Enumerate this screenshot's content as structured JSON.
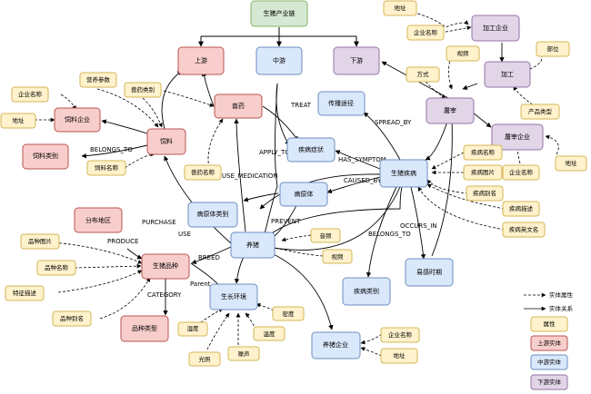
{
  "colors": {
    "root": "#d5e8d4",
    "upstream": "#f8cecc",
    "midstream": "#dae8fc",
    "downstream": "#e1d5e7",
    "attribute": "#fff2cc"
  },
  "nodes": {
    "root": "生猪产业链",
    "upstream": "上游",
    "midstream": "中游",
    "downstream": "下游",
    "feed_company": "饲料企业",
    "feed": "饲料",
    "feed_category": "饲料类别",
    "veterinary_drug": "兽药",
    "transmission_route": "传播途径",
    "disease_symptom": "疾病症状",
    "pathogen": "病原体",
    "pathogen_category": "病原体类别",
    "pig_disease": "生猪疾病",
    "slaughter": "屠宰",
    "processing": "加工",
    "processing_company": "加工企业",
    "slaughter_company": "屠宰企业",
    "distribution_area": "分布地区",
    "pig_breed": "生猪品种",
    "breed_type": "品种类型",
    "breeding": "养猪",
    "growth_environment": "生长环境",
    "farming_company": "养猪企业",
    "disease_category": "疾病类别",
    "susceptible_period": "易感时期"
  },
  "attributes": {
    "company_name_feed": "企业名称",
    "address_feed": "地址",
    "nutrition_params": "营养参数",
    "vet_drug_category": "兽药类别",
    "feed_name": "饲料名称",
    "vet_drug_name": "兽药名称",
    "address_processing": "地址",
    "company_name_processing": "企业名称",
    "video_slaughter": "视频",
    "method": "方式",
    "part": "部位",
    "product_category": "产品类型",
    "disease_name": "疾病名称",
    "disease_image": "疾病图片",
    "disease_alias": "疾病别名",
    "disease_description": "疾病描述",
    "disease_english_name": "疾病英文名",
    "company_name_slaughter": "企业名称",
    "address_slaughter": "地址",
    "breed_image": "品种图片",
    "breed_name": "品种名称",
    "breed_features": "特征描述",
    "breed_alias": "品种别名",
    "audio": "音频",
    "video_breeding": "视频",
    "density": "密度",
    "humidity": "湿度",
    "temperature": "温度",
    "light": "光照",
    "noise": "噪声",
    "company_name_farming": "企业名称",
    "address_farming": "地址"
  },
  "edge_labels": {
    "treat": "TREAT",
    "spread_by": "SPREAD_BY",
    "apply_to": "APPLY_TO",
    "has_symptom": "HAS_SYMPTOM",
    "belongs_to_feed": "BELONGS_TO",
    "use_medication": "USE_MEDICATION",
    "caused_by": "CAUSED_BY",
    "purchase": "PURCHASE",
    "prevent": "PREVENT",
    "occurs_in": "OCCURS_IN",
    "use": "USE",
    "produce": "PRODUCE",
    "belongs_to_disease": "BELONGS_TO",
    "breed": "BREED",
    "parent": "Parent",
    "category": "CATEGORY"
  },
  "legend": {
    "entity_attribute": "实体属性",
    "entity_relation": "实体关系",
    "attribute": "属性",
    "upstream_entity": "上游实体",
    "midstream_entity": "中游实体",
    "downstream_entity": "下游实体"
  }
}
